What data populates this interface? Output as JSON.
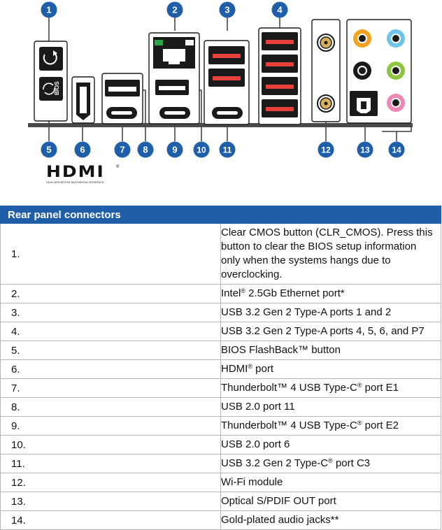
{
  "callouts": [
    "1",
    "2",
    "3",
    "4",
    "5",
    "6",
    "7",
    "8",
    "9",
    "10",
    "11",
    "12",
    "13",
    "14"
  ],
  "bios_label": "BIOS",
  "hdmi_logo": {
    "word": "HDMI",
    "subtitle": "HIGH-DEFINITION MULTIMEDIA INTERFACE",
    "reg": "®"
  },
  "table": {
    "header": "Rear panel connectors",
    "rows": [
      {
        "num": "1.",
        "text": "Clear CMOS button (CLR_CMOS). Press this button to clear the BIOS setup information only when the systems hangs due to overclocking."
      },
      {
        "num": "2.",
        "pre": "Intel",
        "sup": "®",
        "post": " 2.5Gb Ethernet port*"
      },
      {
        "num": "3.",
        "text": "USB 3.2 Gen 2 Type-A ports 1 and 2"
      },
      {
        "num": "4.",
        "text": "USB 3.2 Gen 2 Type-A ports 4, 5, 6, and P7"
      },
      {
        "num": "5.",
        "text": "BIOS FlashBack™ button"
      },
      {
        "num": "6.",
        "pre": "HDMI",
        "sup": "®",
        "post": " port"
      },
      {
        "num": "7.",
        "pre": "Thunderbolt™ 4 USB Type-C",
        "sup": "®",
        "post": " port E1"
      },
      {
        "num": "8.",
        "text": "USB 2.0 port 11"
      },
      {
        "num": "9.",
        "pre": "Thunderbolt™ 4 USB Type-C",
        "sup": "®",
        "post": " port E2"
      },
      {
        "num": "10.",
        "text": "USB 2.0 port 6"
      },
      {
        "num": "11.",
        "pre": "USB 3.2 Gen 2 Type-C",
        "sup": "®",
        "post": " port C3"
      },
      {
        "num": "12.",
        "text": "Wi-Fi module"
      },
      {
        "num": "13.",
        "text": "Optical S/PDIF OUT port"
      },
      {
        "num": "14.",
        "text": "Gold-plated audio jacks**"
      }
    ]
  },
  "colors": {
    "callout": "#1f5ea8",
    "header": "#1f5ea8",
    "usb_red": "#e8413c",
    "audio_orange": "#f3a21b",
    "audio_blue": "#6dc4e8",
    "audio_green": "#8cc63f",
    "audio_pink": "#ee87b4",
    "led_green": "#27a845",
    "gold": "#d8b05a"
  }
}
